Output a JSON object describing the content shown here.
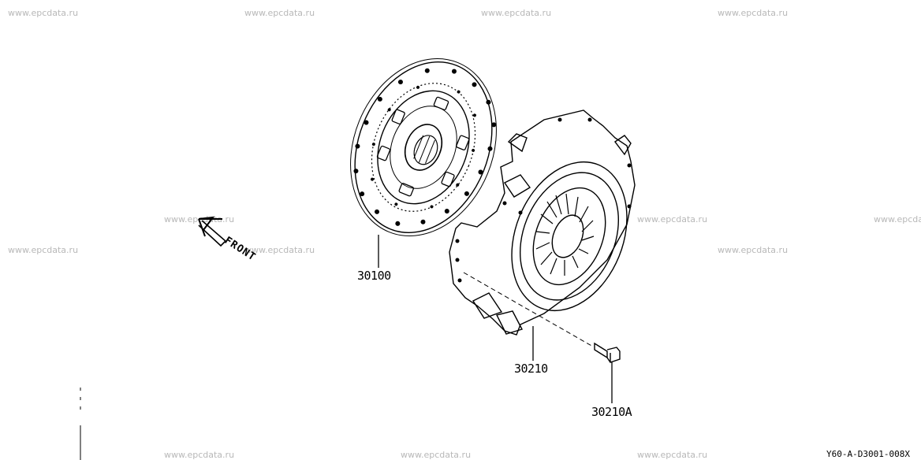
{
  "watermark": "www.epcdata.ru",
  "direction_label": "FRONT",
  "parts": {
    "clutch_disc": "30100",
    "clutch_cover": "30210",
    "bolt": "30210A"
  },
  "diagram_code": "Y60-A-D3001-008X"
}
